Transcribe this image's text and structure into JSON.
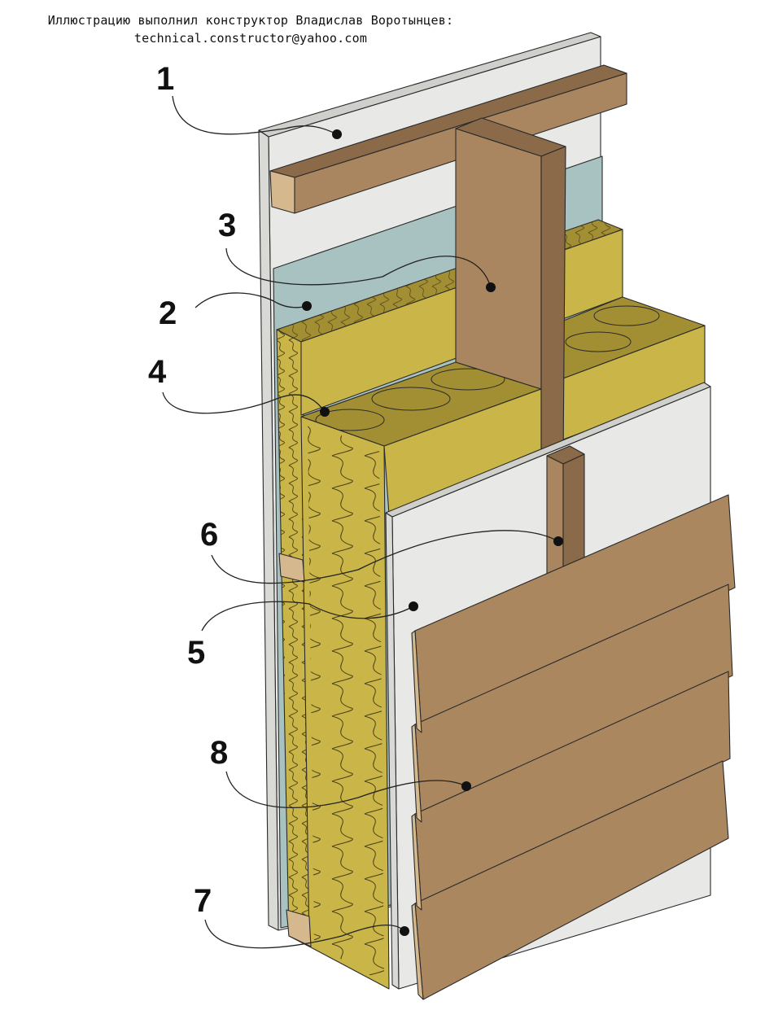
{
  "credit": {
    "line1": "Иллюстрацию выполнил конструктор Владислав Воротынцев:",
    "line2": "technical.constructor@yahoo.com"
  },
  "callouts": [
    "1",
    "2",
    "3",
    "4",
    "5",
    "6",
    "7",
    "8"
  ],
  "colors": {
    "drywall": "#e8e8e6",
    "vapor_barrier": "#a8c1c1",
    "insulation": "#c9b548",
    "insulation_dark": "#a38f33",
    "wood": "#a98660",
    "wood_dark": "#8a6a48",
    "wood_light": "#d6b88e",
    "siding": "#ab8760"
  }
}
